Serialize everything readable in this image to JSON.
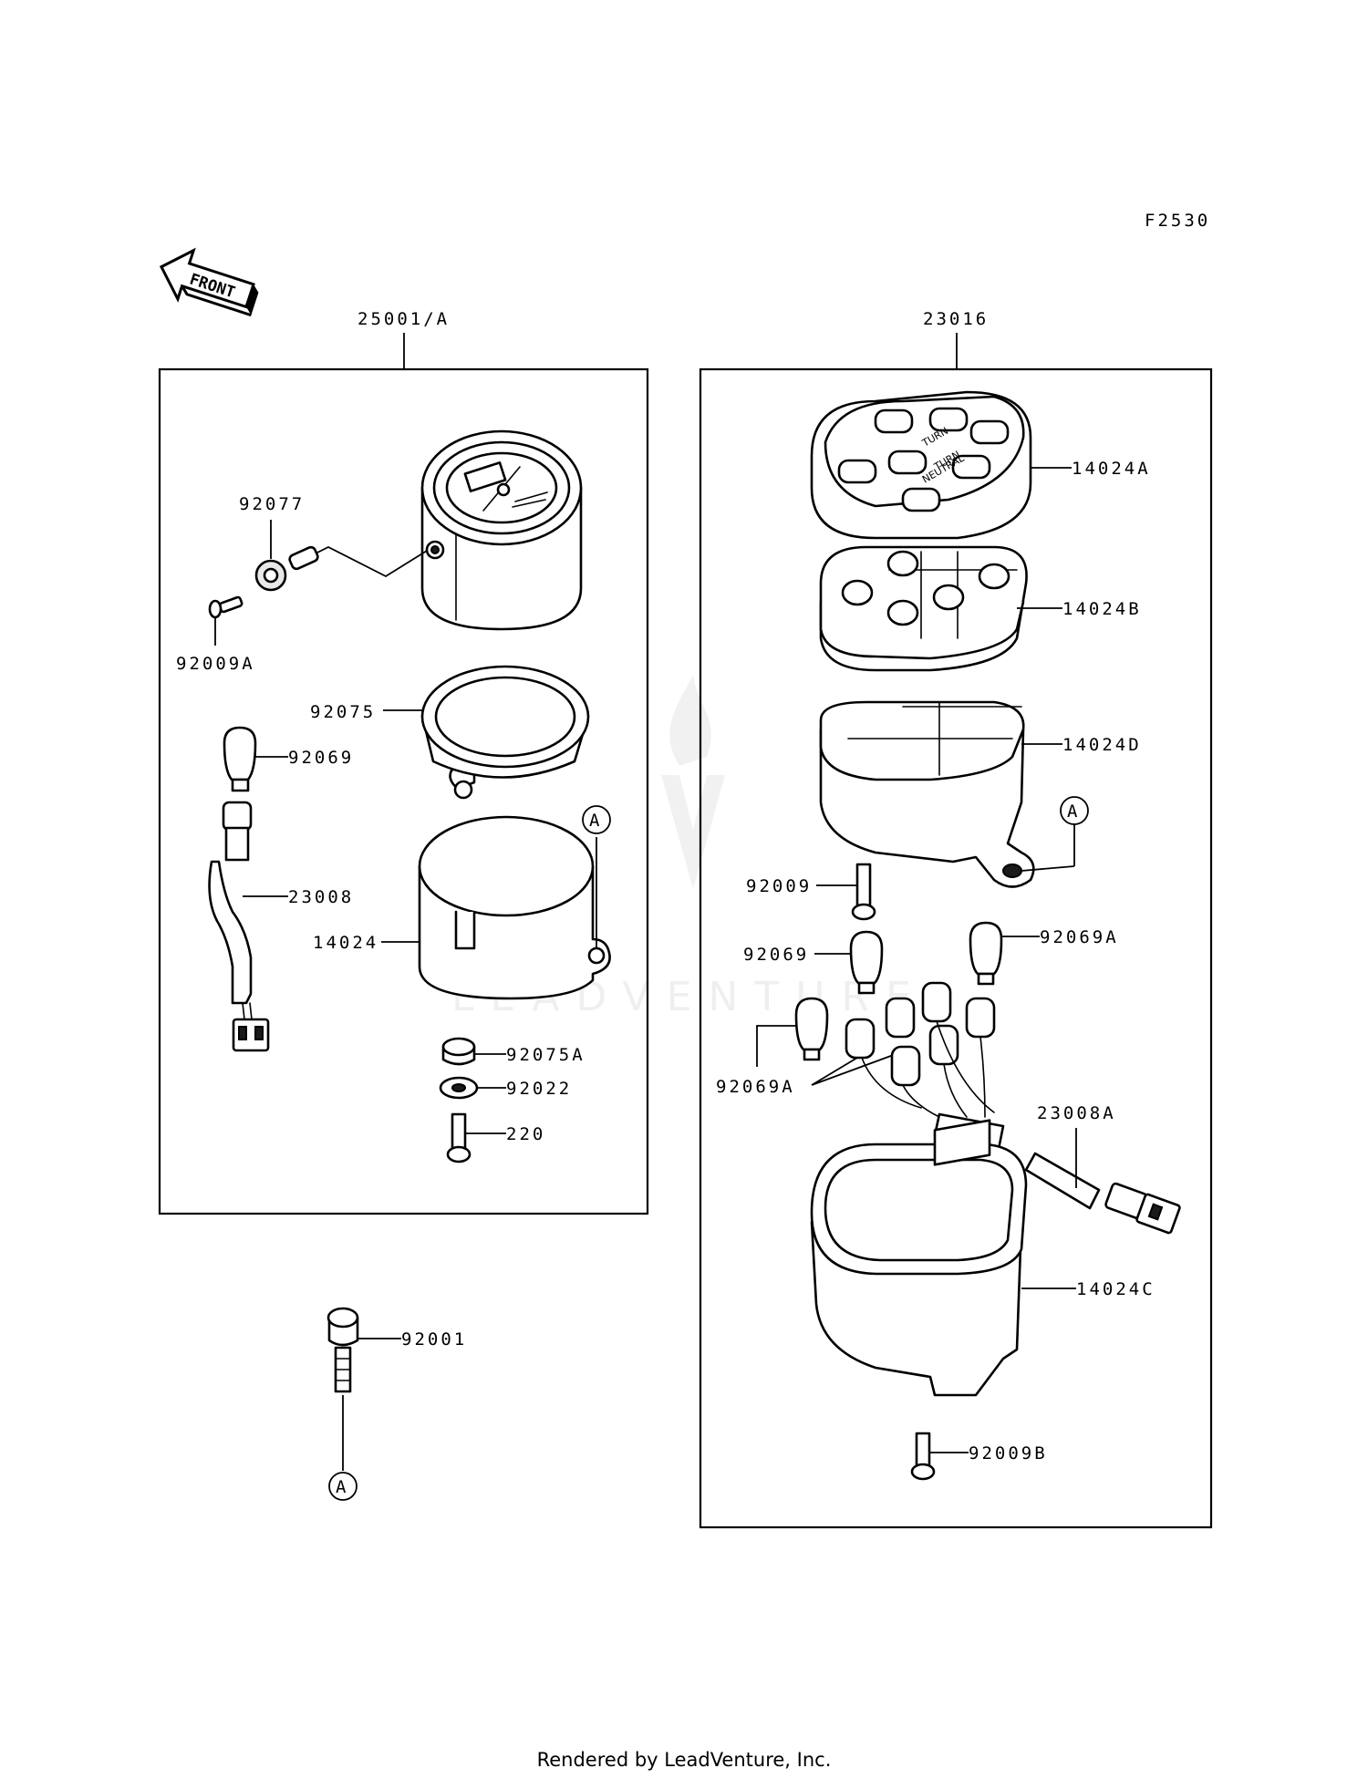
{
  "figure_code": "F2530",
  "front_arrow_text": "FRONT",
  "footer": "Rendered by LeadVenture, Inc.",
  "watermark_text": "LEADVENTURE",
  "assemblies": {
    "speedometer": {
      "label": "25001/A"
    },
    "indicator": {
      "label": "23016"
    }
  },
  "callouts": {
    "ref_a": "A",
    "p92077": "92077",
    "p92009A": "92009A",
    "p92075": "92075",
    "p92069": "92069",
    "p23008": "23008",
    "p14024": "14024",
    "p92075A": "92075A",
    "p92022": "92022",
    "p220": "220",
    "p92001": "92001",
    "p14024A": "14024A",
    "p14024B": "14024B",
    "p14024D": "14024D",
    "p92009": "92009",
    "p92069_r": "92069",
    "p92069A_top": "92069A",
    "p92069A_bottom": "92069A",
    "p23008A": "23008A",
    "p14024C": "14024C",
    "p92009B": "92009B"
  },
  "lens_text": {
    "left": "TURN",
    "middle": "NEUTRAL",
    "right": "TURN"
  },
  "icons": [
    "front-arrow-icon",
    "speedometer-icon",
    "bulb-icon",
    "bolt-icon",
    "connector-icon"
  ]
}
